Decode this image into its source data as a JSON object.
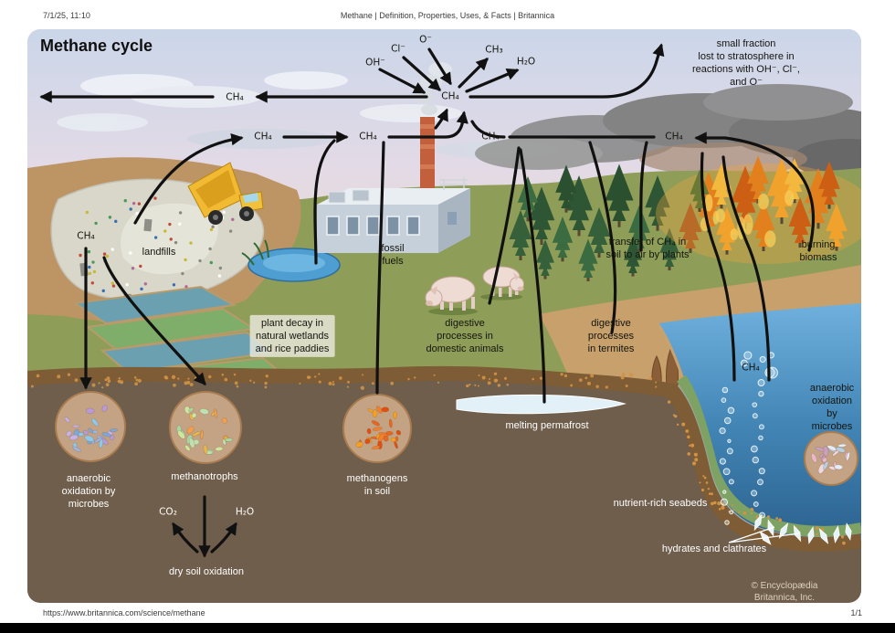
{
  "page": {
    "header_left": "7/1/25, 11:10",
    "header_center": "Methane | Definition, Properties, Uses, & Facts | Britannica",
    "footer_left": "https://www.britannica.com/science/methane",
    "footer_right": "1/1"
  },
  "figure": {
    "title": "Methane cycle",
    "copyright": "© Encyclopædia Britannica, Inc.",
    "molecules": {
      "ch4": "CH₄",
      "ch3": "CH₃",
      "h2o": "H₂O",
      "co2": "CO₂",
      "oh_minus": "OH⁻",
      "cl_minus": "Cl⁻",
      "o_minus": "O⁻"
    },
    "labels": {
      "stratosphere_note": "small fraction\nlost to stratosphere in\nreactions with OH⁻, Cl⁻, and O⁻",
      "landfills": "landfills",
      "fossil_fuels": "fossil\nfuels",
      "plant_decay": "plant decay in\nnatural wetlands\nand rice paddies",
      "digestive_domestic": "digestive\nprocesses in\ndomestic animals",
      "digestive_termites": "digestive\nprocesses\nin termites",
      "transfer_plants": "transfer of CH₄ in\nsoil to air by plants",
      "burning_biomass": "burning\nbiomass",
      "melting_permafrost": "melting permafrost",
      "anaerobic_oxidation_left": "anaerobic\noxidation by\nmicrobes",
      "methanotrophs": "methanotrophs",
      "methanogens_in_soil": "methanogens\nin soil",
      "dry_soil_oxidation": "dry soil oxidation",
      "anaerobic_oxidation_sea": "anaerobic\noxidation by\nmicrobes",
      "nutrient_rich_seabeds": "nutrient-rich seabeds",
      "hydrates_clathrates": "hydrates and clathrates"
    },
    "colors": {
      "arrow": "#111111",
      "sky": "#cbd6e9",
      "grass": "#8e9d57",
      "soil": "#6f5e4c",
      "soil_band": "#7d5c36",
      "water": "#4285b5",
      "fire": "#e2801e",
      "ice": "#e2f1f8"
    }
  }
}
